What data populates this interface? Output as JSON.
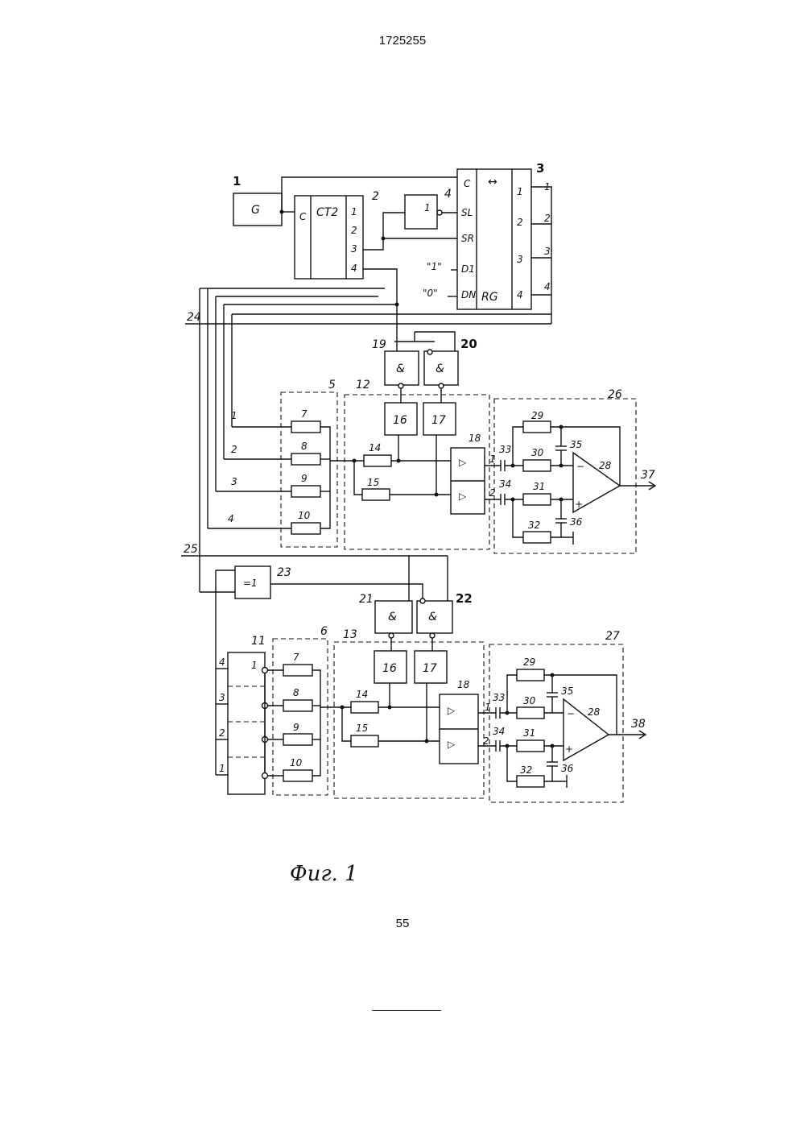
{
  "document": {
    "patent_number": "1725255",
    "figure_caption": "Фиг. 1",
    "page_number": "55"
  },
  "diagram": {
    "generator": {
      "num": "1",
      "symbol": "G"
    },
    "counter": {
      "num": "2",
      "clock": "C",
      "type": "CT2",
      "outputs": [
        "1",
        "2",
        "3",
        "4"
      ]
    },
    "inverter_top": {
      "num": "4",
      "symbol": "1"
    },
    "shift_register": {
      "num": "3",
      "clock": "C",
      "arrow": "↔",
      "sl": "SL",
      "sr": "SR",
      "d1": "D1",
      "dn": "DN",
      "type": "RG",
      "in_one": "\"1\"",
      "in_zero": "\"0\"",
      "outputs": [
        "1",
        "2",
        "3",
        "4"
      ]
    },
    "buses": {
      "bus24": "24",
      "bus25": "25"
    },
    "and_gates": {
      "g19": "19",
      "g20": "20",
      "g21": "21",
      "g22": "22",
      "symbol": "&"
    },
    "xor_gate": {
      "num": "23",
      "symbol": "=1"
    },
    "channel_top": {
      "block5": "5",
      "block12": "12",
      "block26": "26",
      "inputs": [
        "1",
        "2",
        "3",
        "4"
      ],
      "resistors_in": [
        "7",
        "8",
        "9",
        "10"
      ],
      "r14": "14",
      "r15": "15",
      "b16": "16",
      "b17": "17",
      "amp18": "18",
      "c33": "33",
      "c34": "34",
      "r29": "29",
      "r30": "30",
      "r31": "31",
      "r32": "32",
      "c35": "35",
      "c36": "36",
      "opamp": "28",
      "output": "37",
      "pin1": "1",
      "pin2": "2",
      "minus": "−",
      "plus": "+"
    },
    "channel_bottom": {
      "block6": "6",
      "block13": "13",
      "block27": "27",
      "switch11": "11",
      "switch_in": [
        "4",
        "3",
        "2",
        "1"
      ],
      "switch_out1": "1",
      "resistors_in": [
        "7",
        "8",
        "9",
        "10"
      ],
      "r14": "14",
      "r15": "15",
      "b16": "16",
      "b17": "17",
      "amp18": "18",
      "c33": "33",
      "c34": "34",
      "r29": "29",
      "r30": "30",
      "r31": "31",
      "r32": "32",
      "c35": "35",
      "c36": "36",
      "opamp": "28",
      "output": "38",
      "pin1": "1",
      "pin2": "2",
      "minus": "−",
      "plus": "+"
    }
  }
}
